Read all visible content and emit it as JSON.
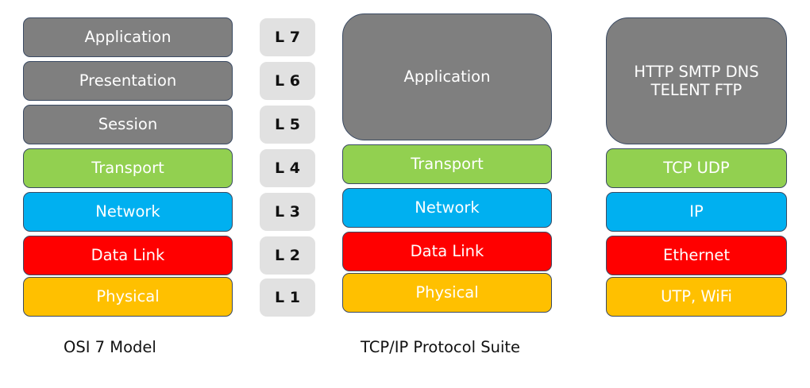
{
  "osi": {
    "caption": "OSI 7 Model",
    "layers": [
      "Application",
      "Presentation",
      "Session",
      "Transport",
      "Network",
      "Data Link",
      "Physical"
    ]
  },
  "levels": [
    "L 7",
    "L 6",
    "L 5",
    "L 4",
    "L 3",
    "L 2",
    "L 1"
  ],
  "tcpip": {
    "caption": "TCP/IP Protocol Suite",
    "layers": [
      "Application",
      "Transport",
      "Network",
      "Data Link",
      "Physical"
    ]
  },
  "protocols": {
    "items": [
      "HTTP SMTP DNS TELENT FTP",
      "TCP UDP",
      "IP",
      "Ethernet",
      "UTP, WiFi"
    ]
  },
  "colors": {
    "application": "#7f7f7f",
    "transport": "#92d050",
    "network": "#00b0f0",
    "data_link": "#ff0000",
    "physical": "#ffc000",
    "level_badge": "#e1e1e1"
  }
}
